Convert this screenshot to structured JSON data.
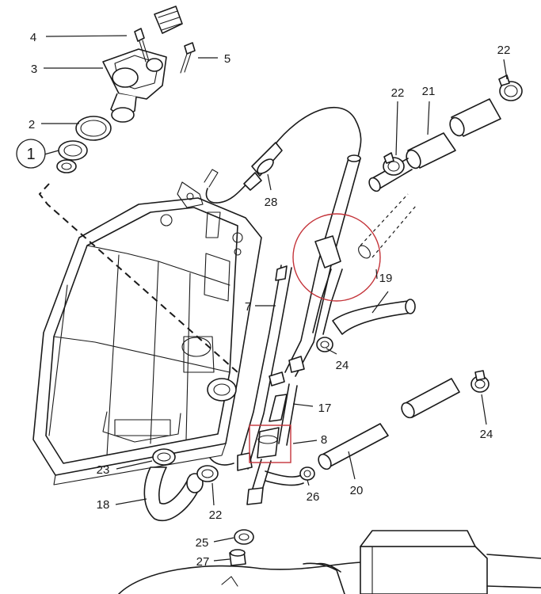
{
  "callouts": {
    "c1": "1",
    "c2": "2",
    "c3": "3",
    "c4": "4",
    "c5": "5",
    "c7": "7",
    "c8": "8",
    "c17": "17",
    "c18": "18",
    "c19": "19",
    "c20": "20",
    "c21": "21",
    "c22a": "22",
    "c22b": "22",
    "c22c": "22",
    "c23": "23",
    "c24a": "24",
    "c24b": "24",
    "c25": "25",
    "c26": "26",
    "c27": "27",
    "c28": "28"
  },
  "colors": {
    "line": "#1a1a1a",
    "highlight": "#c4343a",
    "background": "#ffffff"
  }
}
